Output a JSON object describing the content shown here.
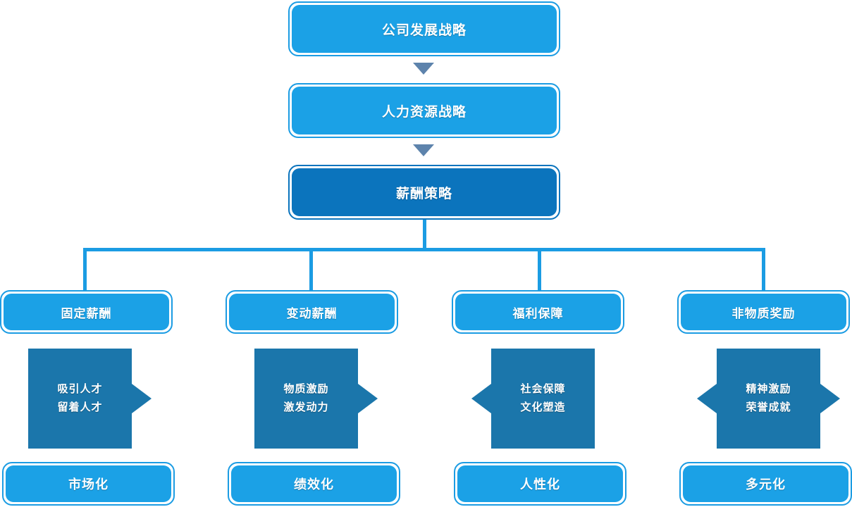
{
  "diagram": {
    "title_chain": [
      {
        "label": "公司发展战略",
        "style": "light"
      },
      {
        "label": "人力资源战略",
        "style": "light"
      },
      {
        "label": "薪酬策略",
        "style": "dark"
      }
    ],
    "categories": [
      {
        "label": "固定薪酬"
      },
      {
        "label": "变动薪酬"
      },
      {
        "label": "福利保障"
      },
      {
        "label": "非物质奖励"
      }
    ],
    "callouts": [
      {
        "line1": "吸引人才",
        "line2": "留着人才",
        "tail": "right"
      },
      {
        "line1": "物质激励",
        "line2": "激发动力",
        "tail": "right"
      },
      {
        "line1": "社会保障",
        "line2": "文化塑造",
        "tail": "left"
      },
      {
        "line1": "精神激励",
        "line2": "荣誉成就",
        "tail": "both"
      }
    ],
    "outcomes": [
      {
        "label": "市场化"
      },
      {
        "label": "绩效化"
      },
      {
        "label": "人性化"
      },
      {
        "label": "多元化"
      }
    ],
    "colors": {
      "node_light_fill": "#1ba1e6",
      "node_light_border": "#1b9ce3",
      "node_dark_fill": "#0b74bd",
      "callout_fill": "#1b76ab",
      "connector": "#1b9ce3",
      "arrow": "#5d83ac",
      "text": "#ffffff",
      "background": "#ffffff"
    }
  }
}
